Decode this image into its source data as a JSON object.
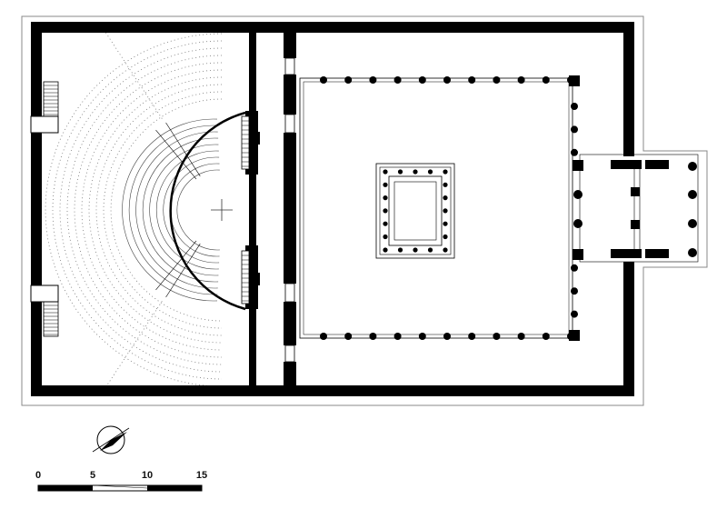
{
  "scale_bar": {
    "labels": [
      "0",
      "5",
      "10",
      "15"
    ]
  }
}
